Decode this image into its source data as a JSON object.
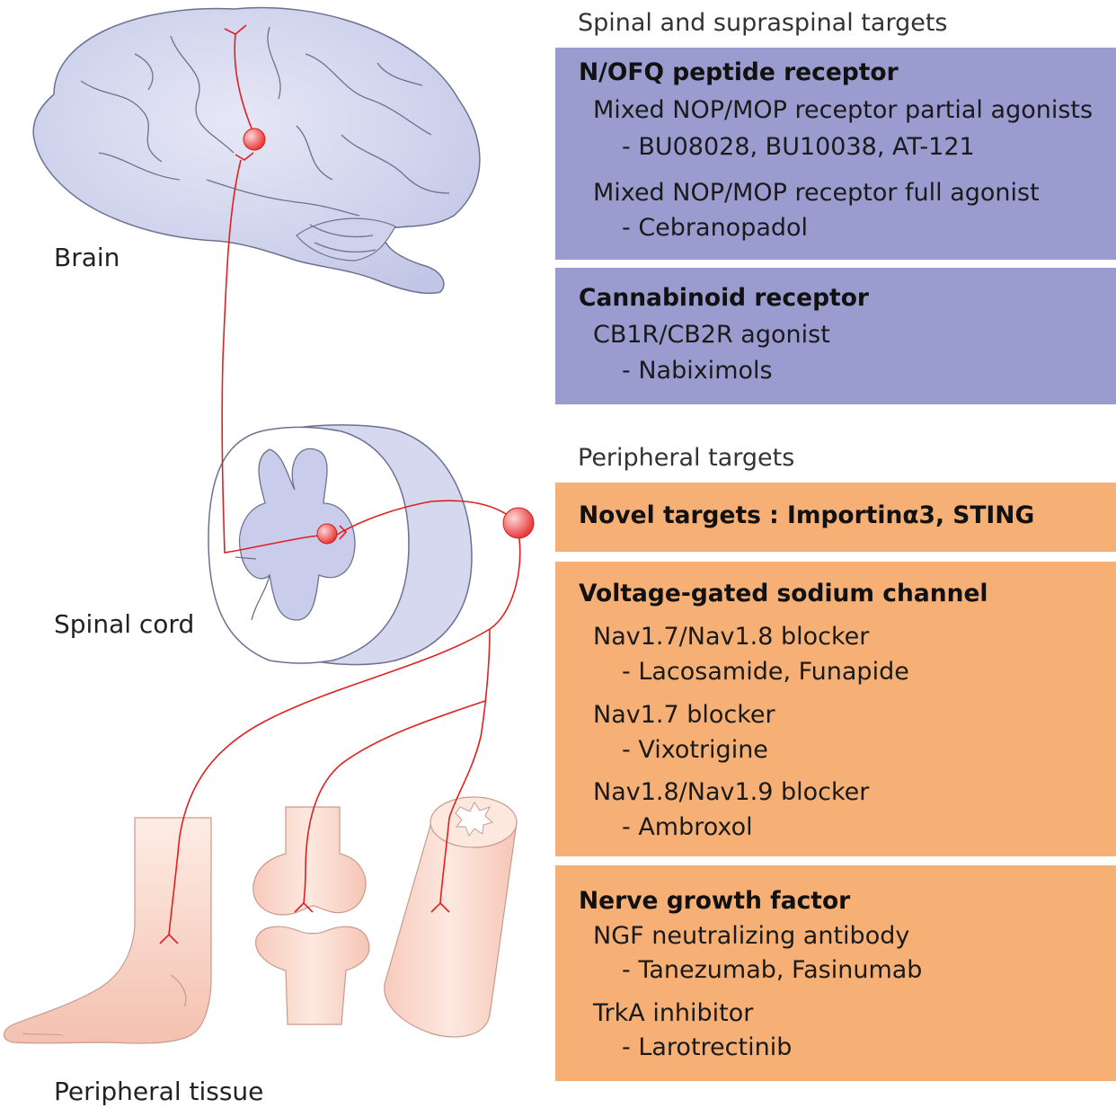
{
  "regions": {
    "brain": "Brain",
    "spinal_cord": "Spinal cord",
    "peripheral_tissue": "Peripheral tissue"
  },
  "sections": {
    "central": "Spinal and supraspinal targets",
    "peripheral": "Peripheral targets"
  },
  "panels": {
    "nofq": {
      "heading": "N/OFQ peptide receptor",
      "lines": [
        "Mixed NOP/MOP receptor partial agonists",
        "- BU08028, BU10038, AT-121",
        "Mixed NOP/MOP receptor full agonist",
        "- Cebranopadol"
      ]
    },
    "cannabinoid": {
      "heading": "Cannabinoid receptor",
      "lines": [
        "CB1R/CB2R agonist",
        "- Nabiximols"
      ]
    },
    "novel": {
      "heading": "Novel targets : Importinα3, STING"
    },
    "sodium": {
      "heading": "Voltage-gated sodium channel",
      "lines": [
        "Nav1.7/Nav1.8 blocker",
        "- Lacosamide, Funapide",
        "Nav1.7 blocker",
        "- Vixotrigine",
        "Nav1.8/Nav1.9 blocker",
        "- Ambroxol"
      ]
    },
    "ngf": {
      "heading": "Nerve growth factor",
      "lines": [
        "NGF neutralizing antibody",
        "- Tanezumab, Fasinumab",
        "TrkA inhibitor",
        "- Larotrectinib"
      ]
    }
  },
  "colors": {
    "central_panel": "#9a9cd0",
    "peripheral_panel": "#f6b076",
    "nerve": "#e02020",
    "brain_fill": "#d8dcf0",
    "tissue_fill": "#fbe0d4"
  }
}
